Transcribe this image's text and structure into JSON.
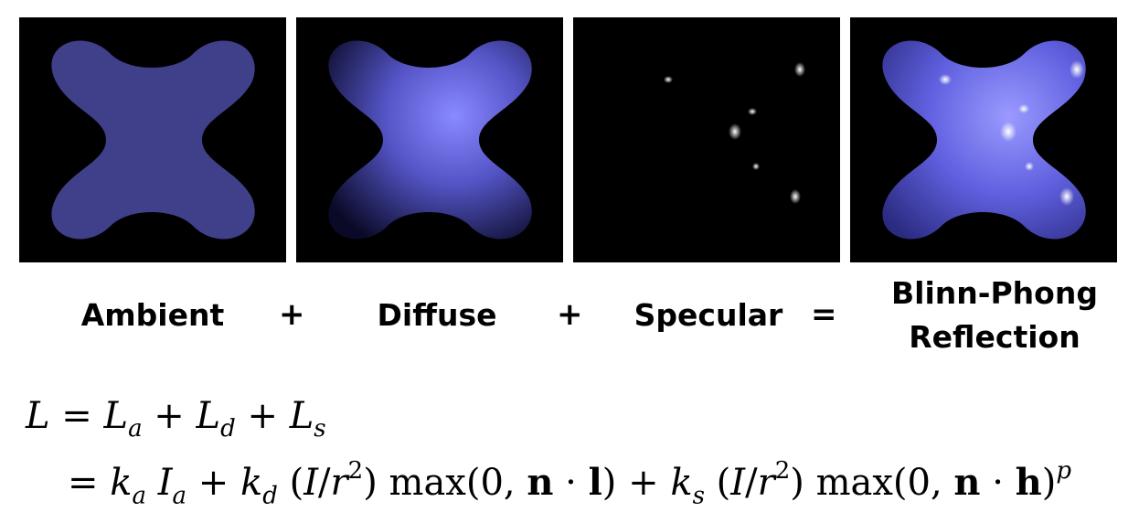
{
  "panels": [
    {
      "id": "ambient",
      "label": "Ambient"
    },
    {
      "id": "diffuse",
      "label": "Diffuse"
    },
    {
      "id": "specular",
      "label": "Specular"
    },
    {
      "id": "blinn",
      "label_line1": "Blinn-Phong",
      "label_line2": "Reflection"
    }
  ],
  "operators": {
    "plus1": "+",
    "plus2": "+",
    "equals": "="
  },
  "colors": {
    "panel_bg": "#000000",
    "ambient": "#3f3f8a",
    "diffuse": "#6a6ae8",
    "specular": "#ffffff"
  },
  "equation": {
    "line1": "L = La + Ld + Ls",
    "line2": "= ka Ia + kd (I/r^2) max(0, n · l) + ks (I/r^2) max(0, n · h)^p"
  }
}
